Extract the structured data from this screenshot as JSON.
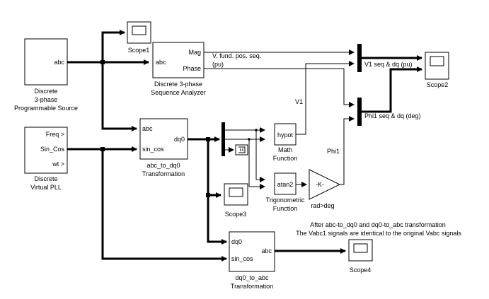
{
  "blocks": {
    "source": {
      "port_out": "abc",
      "label": [
        "Discrete",
        "3-phase",
        "Programmable Source"
      ]
    },
    "pll": {
      "ports_out": [
        "Freq >",
        "Sin_Cos",
        "wt >"
      ],
      "label": [
        "Discrete",
        "Virtual PLL"
      ]
    },
    "seq_analyzer": {
      "port_in": "abc",
      "ports_out": [
        "Mag",
        "Phase"
      ],
      "label": [
        "Discrete 3-phase",
        "Sequence Analyzer"
      ]
    },
    "abc_to_dq0": {
      "ports_in": [
        "abc",
        "sin_cos"
      ],
      "port_out": "dq0",
      "label": [
        "abc_to_dq0",
        "Transformation"
      ]
    },
    "dq0_to_abc": {
      "ports_in": [
        "dq0",
        "sin_cos"
      ],
      "port_out": "abc",
      "label": [
        "dq0_to_abc",
        "Transformation"
      ]
    },
    "hypot": {
      "text": "hypot",
      "label": [
        "Math",
        "Function"
      ]
    },
    "atan2": {
      "text": "atan2",
      "label": [
        "Trigonometric",
        "Function"
      ]
    },
    "gain": {
      "text": "-K-",
      "label": "rad>deg"
    },
    "scope1": {
      "label": "Scope1"
    },
    "scope2": {
      "label": "Scope2"
    },
    "scope3": {
      "label": "Scope3"
    },
    "scope4": {
      "label": "Scope4"
    }
  },
  "signals": {
    "v_fund_pos_seq": [
      "V. fund. pos. seq.",
      "(pu)"
    ],
    "v1": "V1",
    "phi1": "Phi1",
    "v1_mux": "V1  seq & dq (pu)",
    "phi1_mux": "Phi1 seq & dq (deg)"
  },
  "note": [
    "After abc-to_dq0 and dq0-to_abc transformation",
    "The Vabc1 signals are identical to the original Vabc signals"
  ]
}
